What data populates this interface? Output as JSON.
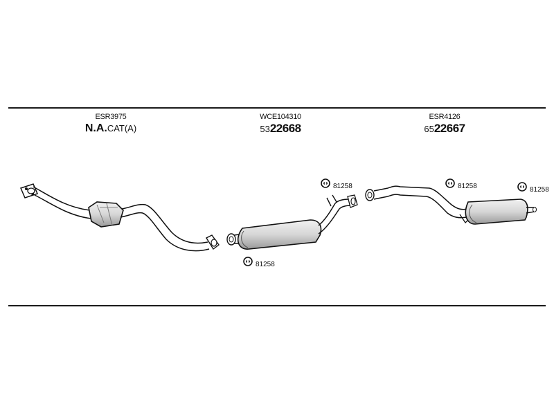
{
  "parts": [
    {
      "code": "ESR3975",
      "number_main": "N.A.",
      "number_suffix": "CAT(A)"
    },
    {
      "code": "WCE104310",
      "number_prefix": "53",
      "number_main": "22668"
    },
    {
      "code": "ESR4126",
      "number_prefix": "65",
      "number_main": "22667"
    }
  ],
  "hangers": [
    {
      "label": "81258"
    },
    {
      "label": "81258"
    },
    {
      "label": "81258"
    },
    {
      "label": "81258"
    }
  ]
}
